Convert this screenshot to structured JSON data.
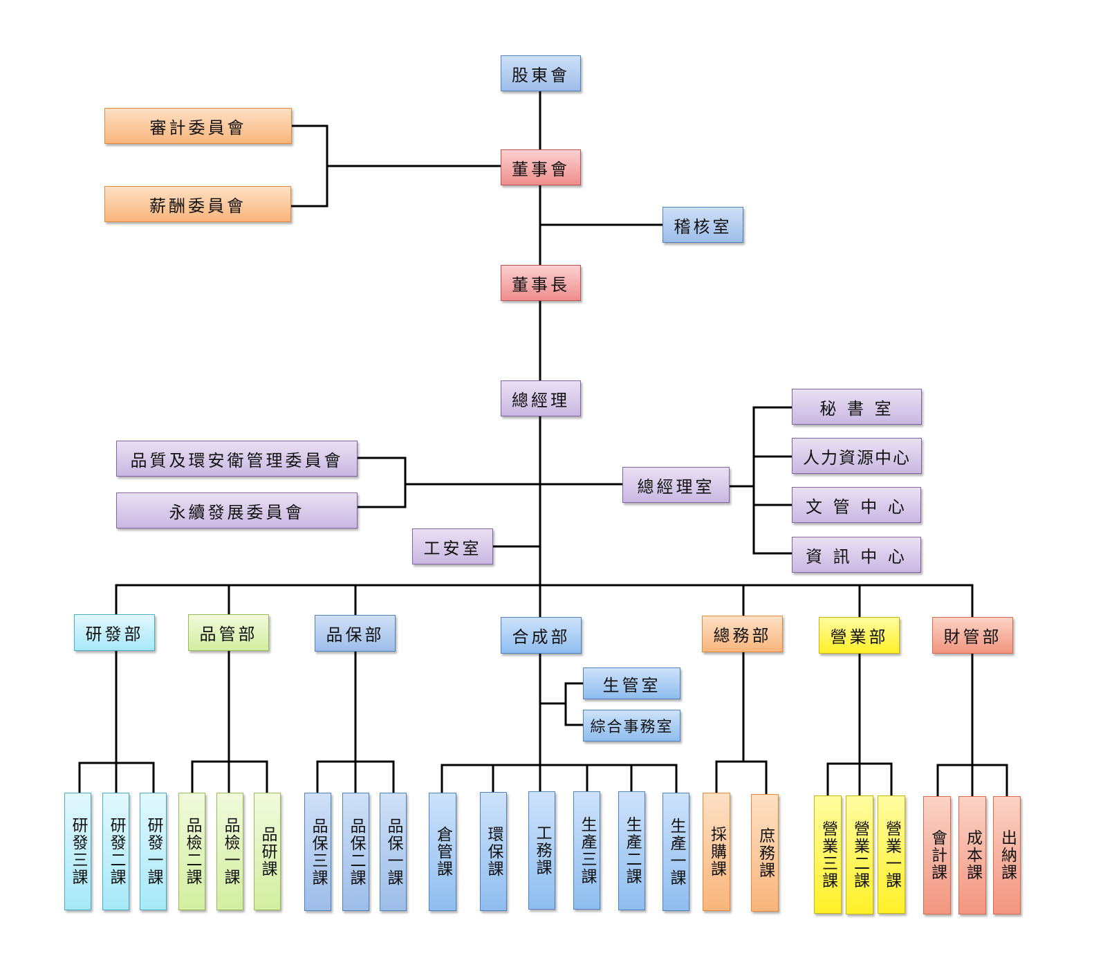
{
  "top": {
    "shareholders": "股東會",
    "board": "董事會",
    "audit_committee": "審計委員會",
    "remuneration_committee": "薪酬委員會",
    "internal_audit": "稽核室",
    "chairman": "董事長",
    "general_manager": "總經理",
    "quality_esh_committee": "品質及環安衛管理委員會",
    "sustainability_committee": "永續發展委員會",
    "gm_office": "總經理室",
    "secretary_office": "秘 書 室",
    "hr_center": "人力資源中心",
    "document_center": "文 管 中 心",
    "it_center": "資 訊 中 心",
    "safety_office": "工安室"
  },
  "departments": {
    "rd": {
      "name": "研發部",
      "sections": [
        "研發三課",
        "研發二課",
        "研發一課"
      ]
    },
    "qc": {
      "name": "品管部",
      "sections": [
        "品檢二課",
        "品檢一課",
        "品研課"
      ]
    },
    "qa": {
      "name": "品保部",
      "sections": [
        "品保三課",
        "品保二課",
        "品保一課"
      ]
    },
    "synthesis": {
      "name": "合成部",
      "offices": [
        "生管室",
        "綜合事務室"
      ],
      "sections": [
        "倉管課",
        "環保課",
        "工務課",
        "生產三課",
        "生產二課",
        "生產一課"
      ]
    },
    "general_affairs": {
      "name": "總務部",
      "sections": [
        "採購課",
        "庶務課"
      ]
    },
    "sales": {
      "name": "營業部",
      "sections": [
        "營業三課",
        "營業二課",
        "營業一課"
      ]
    },
    "finance": {
      "name": "財管部",
      "sections": [
        "會計課",
        "成本課",
        "出納課"
      ]
    }
  }
}
